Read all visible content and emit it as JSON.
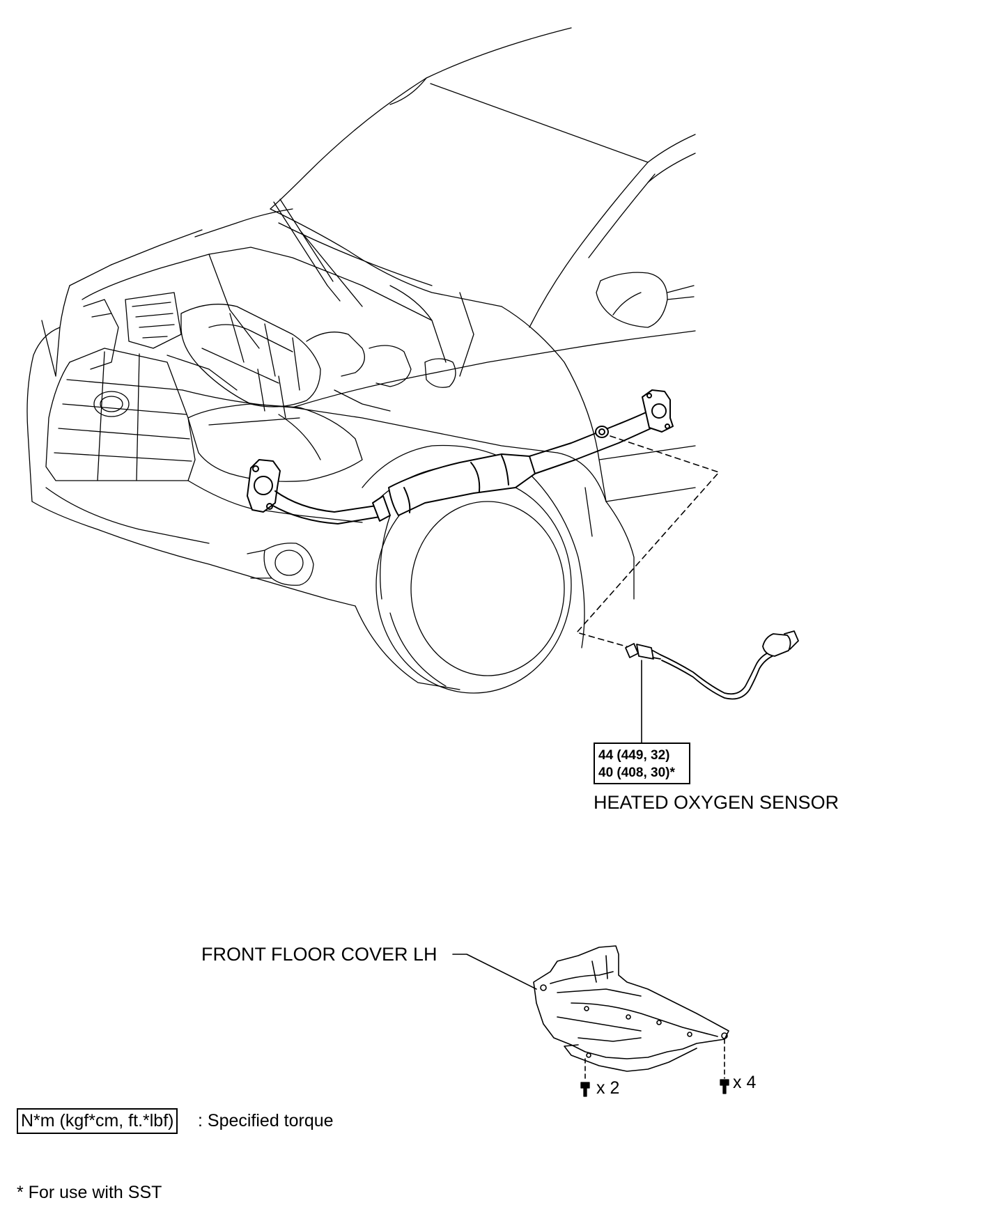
{
  "torque_spec": {
    "line1": "44 (449, 32)",
    "line2": "40 (408, 30)*"
  },
  "labels": {
    "heated_oxygen_sensor": "HEATED OXYGEN SENSOR",
    "front_floor_cover": "FRONT FLOOR COVER LH",
    "bolt_qty_left": "x 2",
    "bolt_qty_right": "x 4"
  },
  "legend": {
    "unit_box": "N*m (kgf*cm, ft.*lbf)",
    "unit_desc": ": Specified torque",
    "sst_note": "* For use with SST"
  },
  "icons": [
    "vehicle-front-illustration",
    "exhaust-pipe-with-converter",
    "heated-oxygen-sensor",
    "front-floor-cover",
    "bolt-icon"
  ]
}
